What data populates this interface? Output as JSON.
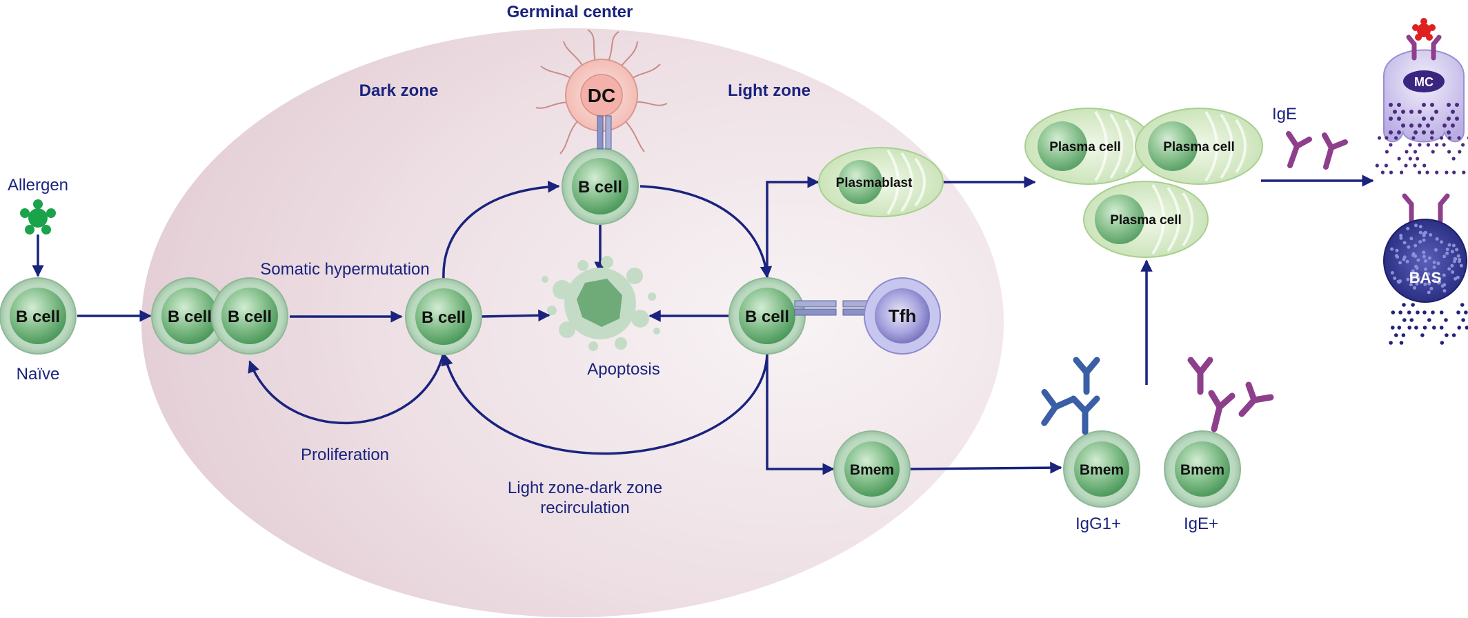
{
  "labels": {
    "germinal_center": "Germinal center",
    "dark_zone": "Dark zone",
    "light_zone": "Light zone",
    "allergen": "Allergen",
    "naive": "Naïve",
    "somatic_hypermutation": "Somatic hypermutation",
    "proliferation": "Proliferation",
    "apoptosis": "Apoptosis",
    "recirculation_line1": "Light zone-dark zone",
    "recirculation_line2": "recirculation",
    "ige_top": "IgE",
    "igg1": "IgG1+",
    "ige_plus": "IgE+"
  },
  "cells": {
    "b_cell": "B cell",
    "dc": "DC",
    "tfh": "Tfh",
    "plasmablast": "Plasmablast",
    "plasma_cell": "Plasma cell",
    "bmem": "Bmem",
    "mc": "MC",
    "bas": "BAS"
  },
  "colors": {
    "arrow": "#1a237e",
    "bcell_fill": "#8fc59a",
    "gc_fill": "#e9d9df",
    "dc_fill": "#f7c9c4",
    "tfh_fill": "#9d99d8",
    "allergen": "#1aa34a",
    "igg1_antibody": "#3b5fa6",
    "ige_antibody": "#8e3f8c",
    "mast_cell": "#b9aee3",
    "basophil": "#2c2f8a"
  }
}
